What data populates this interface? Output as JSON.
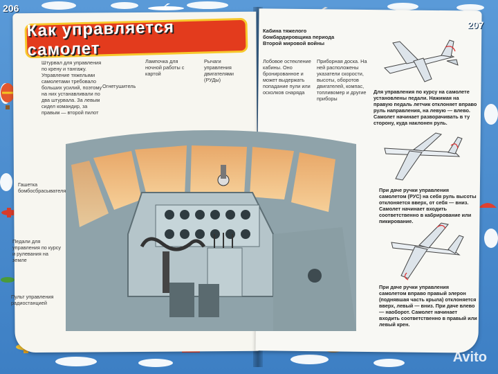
{
  "page_numbers": {
    "left": "206",
    "right": "207"
  },
  "title": "Как управляется самолет",
  "cockpit_caption": "Кабина тяжелого бомбардировщика периода Второй мировой войны",
  "left_labels": {
    "yoke": "Штурвал для управления по крену и тангажу. Управление тяжелыми самолетами требовало больших усилий, поэтому на них устанавливали по два штурвала. За левым сидел командир, за правым — второй пилот",
    "lamp": "Лампочка для ночной работы с картой",
    "throttles": "Рычаги управления двигателями (РУДы)",
    "extinguisher": "Огнетушитель",
    "bomb_release": "Гашетка бомбосбрасывателя",
    "pedals": "Педали для управления по курсу и рулевания на земле",
    "radio": "Пульт управления радиостанцией"
  },
  "right_labels": {
    "glazing": "Лобовое остекление кабины. Оно бронированное и может выдержать попадание пули или осколков снаряда",
    "instruments": "Приборная доска. На ней расположены указатели скорости, высоты, оборотов двигателей, компас, топливомер и другие приборы"
  },
  "right_texts": {
    "rudder": "Для управления по курсу на самолете установлены педали. Нажимая на правую педаль летчик отклоняет вправо руль направления, на левую — влево. Самолет начинает разворачивать в ту сторону, куда наклонен руль.",
    "elevator": "При даче ручки управления самолетом (РУС) на себя руль высоты отклоняется вверх, от себя — вниз. Самолет начинает входить соответственно в кабрирование или пикирование.",
    "aileron": "При даче ручки управления самолетом вправо правый элерон (поднявшая часть крыла) отклоняется вверх, левый — вниз. При даче влево — наоборот. Самолет начинает входить соответственно в правый или левый крен."
  },
  "watermark": "Avito",
  "colors": {
    "title_red": "#e33b1d",
    "title_border": "#f7c82c",
    "sky": "#4a8ad0",
    "cockpit_metal": "#9fb2b8",
    "cockpit_sky": "#f2b57a"
  }
}
